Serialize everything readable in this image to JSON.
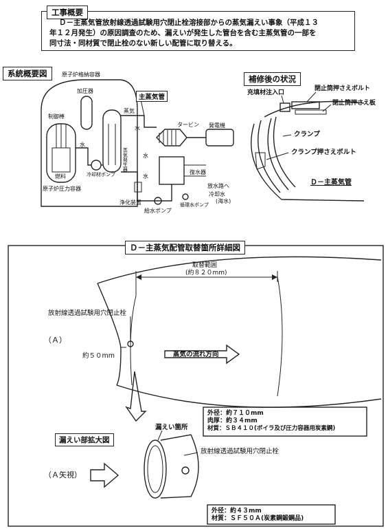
{
  "summary": {
    "tab": "工事概要",
    "lines": [
      "Ｄ－主蒸気管放射線透過試験用穴閉止栓溶接部からの蒸気漏えい事象（平成１３",
      "年１２月発生）の原因調査のため、漏えいが発生した管台を含む主蒸気管の一部を",
      "同寸法・同材質で閉止栓のない新しい配管に取り替える。"
    ]
  },
  "system": {
    "title": "系統概要図",
    "labels": {
      "containment": "原子炉格納容器",
      "pressurizer": "加圧器",
      "control_rod": "制御棒",
      "fuel": "燃料",
      "vessel": "原子炉圧力容器",
      "steam": "蒸気",
      "water": "水",
      "main_steam_pipe": "主蒸気管",
      "steam_generator": "蒸気発生器",
      "coolant_pump": "冷却材ポンプ",
      "turbine": "タービン",
      "generator": "発電機",
      "condenser": "復水器",
      "to_outlet": "放水路へ",
      "cooling_water": "冷却水",
      "seawater": "(海水)",
      "circ_pump": "循環水ポンプ",
      "demineralizer": "浄化装置",
      "feed_pump": "給水ポンプ"
    }
  },
  "repair": {
    "title": "補修後の状況",
    "labels": {
      "filler_inlet": "充填材注入口",
      "stop_bolt": "閉止筒押さえボルト",
      "stop_plate": "閉止筒押さえ板",
      "clamp": "クランプ",
      "clamp_bolt": "クランプ押さえボルト",
      "pipe_name": "Ｄ－主蒸気管"
    }
  },
  "detail": {
    "title": "Ｄ－主蒸気配管取替箇所詳細図",
    "range_label": "取替範囲",
    "range_value": "(約８２０mm)",
    "plug_label": "放射線透過試験用穴閉止栓",
    "point_a": "（Ａ）",
    "dist": "約５０mm",
    "flow": "蒸気の流れ方向",
    "specs": [
      "外径：約７１０mm",
      "肉厚：約３４mm",
      "材質：ＳＢ４１０(ボイラ及び圧力容器用炭素鋼)"
    ]
  },
  "closeup": {
    "title": "漏えい部拡大図",
    "view": "（Ａ矢視）",
    "leak": "漏えい箇所",
    "plug": "放射線透過試験用穴閉止栓",
    "specs": [
      "外径：約４３mm",
      "材質：ＳＦ５０Ａ(炭素鋼鍛鋼品)"
    ]
  }
}
